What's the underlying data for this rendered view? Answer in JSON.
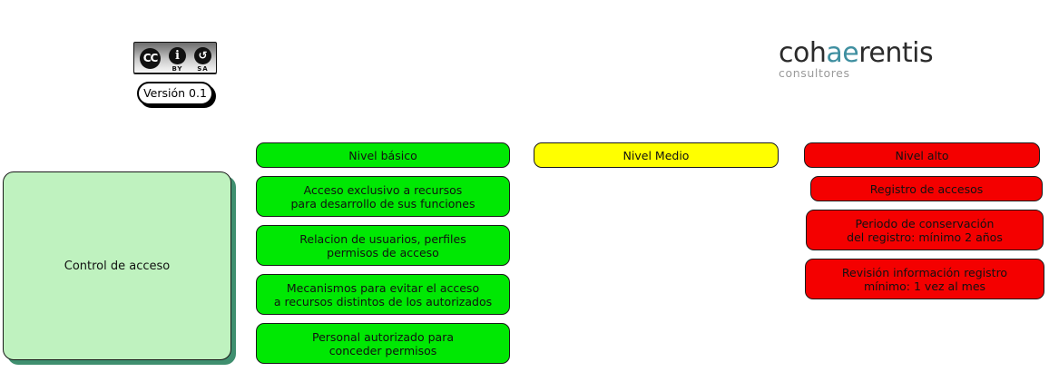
{
  "license_badge": {
    "name": "creative-commons-by-sa",
    "cc_mark": "CC",
    "by_glyph": "i",
    "sa_glyph": "↺",
    "by_label": "BY",
    "sa_label": "SA"
  },
  "version": {
    "label": "Versión 0.1"
  },
  "brand": {
    "part1": "coh",
    "part2": "ae",
    "part3": "rentis",
    "tagline": "consultores",
    "accent_color": "#3f8fa0",
    "dark_color": "#2b2b2b",
    "tagline_color": "#9a9a9a"
  },
  "subject": {
    "title": "Control de acceso",
    "fill_color": "#bff2bf",
    "shadow_color": "#3f8f6f"
  },
  "levels": [
    {
      "key": "basico",
      "header": "Nivel básico",
      "color": "#00e803",
      "items": [
        {
          "lines": [
            "Acceso exclusivo a recursos",
            "para desarrollo de sus funciones"
          ]
        },
        {
          "lines": [
            "Relacion de usuarios, perfiles",
            "permisos de acceso"
          ]
        },
        {
          "lines": [
            "Mecanismos para evitar el acceso",
            "a recursos distintos de los autorizados"
          ]
        },
        {
          "lines": [
            "Personal autorizado para",
            "conceder permisos"
          ]
        }
      ]
    },
    {
      "key": "medio",
      "header": "Nivel Medio",
      "color": "#ffff00",
      "items": []
    },
    {
      "key": "alto",
      "header": "Nivel alto",
      "color": "#f40000",
      "items": [
        {
          "lines": [
            "Registro de accesos"
          ]
        },
        {
          "lines": [
            "Periodo de conservación",
            "del registro: mínimo 2 años"
          ]
        },
        {
          "lines": [
            "Revisión información registro",
            "mínimo: 1 vez al mes"
          ]
        }
      ]
    }
  ]
}
